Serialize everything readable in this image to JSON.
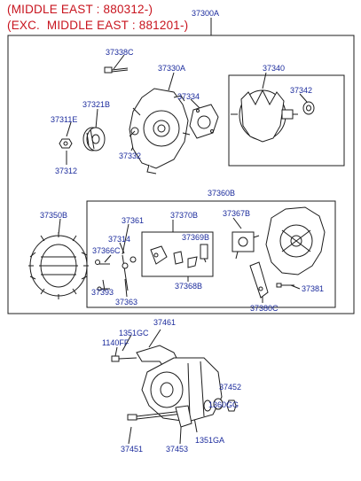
{
  "header": {
    "line1": "(MIDDLE EAST : 880312-)",
    "line2": "(EXC.  MIDDLE EAST : 881201-)"
  },
  "colors": {
    "header_text": "#c8141e",
    "part_label": "#1a2a9c",
    "linework": "#1c1c1c"
  },
  "parts": {
    "p37300A": "37300A",
    "p37338C": "37338C",
    "p37330A": "37330A",
    "p37340": "37340",
    "p37334": "37334",
    "p37342": "37342",
    "p37321B": "37321B",
    "p37311E": "37311E",
    "p37312": "37312",
    "p37332": "37332",
    "p37360B": "37360B",
    "p37350B": "37350B",
    "p37361": "37361",
    "p37370B": "37370B",
    "p37367B": "37367B",
    "p37314": "37314",
    "p37369B": "37369B",
    "p37366C": "37366C",
    "p37393": "37393",
    "p37368B": "37368B",
    "p37363": "37363",
    "p37381": "37381",
    "p37380C": "37380C",
    "p37461": "37461",
    "p1351GC": "1351GC",
    "p1140FF": "1140FF",
    "p37452": "37452",
    "p1360GG": "1360GG",
    "p1351GA": "1351GA",
    "p37451": "37451",
    "p37453": "37453"
  }
}
